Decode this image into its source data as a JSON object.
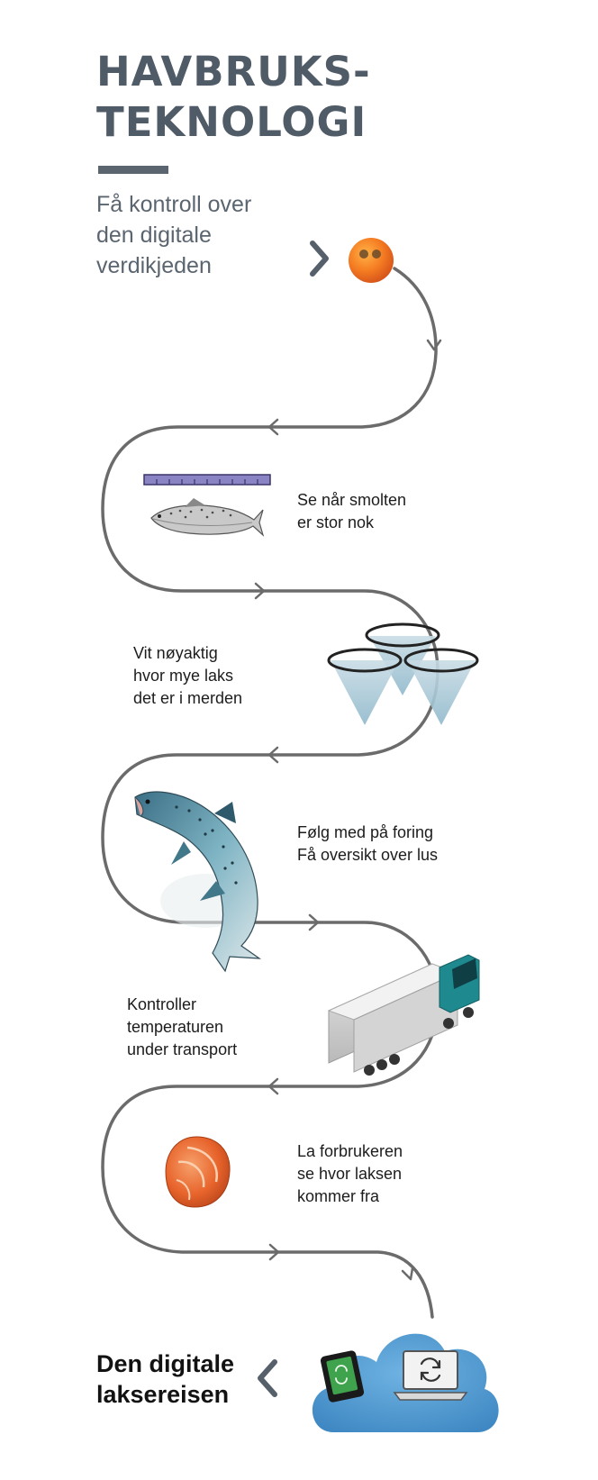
{
  "header": {
    "title_line1": "HAVBRUKS-",
    "title_line2": "TEKNOLOGI",
    "subtitle_line1": "Få kontroll over",
    "subtitle_line2": "den digitale",
    "subtitle_line3": "verdikjeden"
  },
  "steps": [
    {
      "lines": [
        "Se når smolten",
        "er stor nok"
      ]
    },
    {
      "lines": [
        "Vit nøyaktig",
        "hvor mye laks",
        "det er i merden"
      ]
    },
    {
      "lines": [
        "Følg med på foring",
        "Få oversikt over lus"
      ]
    },
    {
      "lines": [
        "Kontroller",
        "temperaturen",
        "under transport"
      ]
    },
    {
      "lines": [
        "La forbrukeren",
        "se hvor laksen",
        "kommer fra"
      ]
    }
  ],
  "footer": {
    "ending_line1": "Den digitale",
    "ending_line2": "laksereisen"
  },
  "colors": {
    "title": "#4f5b66",
    "path": "#6b6b6b",
    "chevron": "#55606b",
    "orange": "#ef6a21",
    "cloud": "#4a97cf",
    "truck_cab": "#1e8a8f",
    "salmon_fillet": "#e8642c",
    "cone": "#9fc3d3",
    "ruler": "#8a83c4"
  },
  "icons": [
    "chevron-right-icon",
    "orange-ball-icon",
    "ruler-icon",
    "smolt-fish-icon",
    "fish-pen-icon",
    "jumping-salmon-icon",
    "truck-icon",
    "salmon-fillet-icon",
    "cloud-icon",
    "tablet-icon",
    "laptop-icon",
    "sync-icon",
    "chevron-left-icon"
  ]
}
